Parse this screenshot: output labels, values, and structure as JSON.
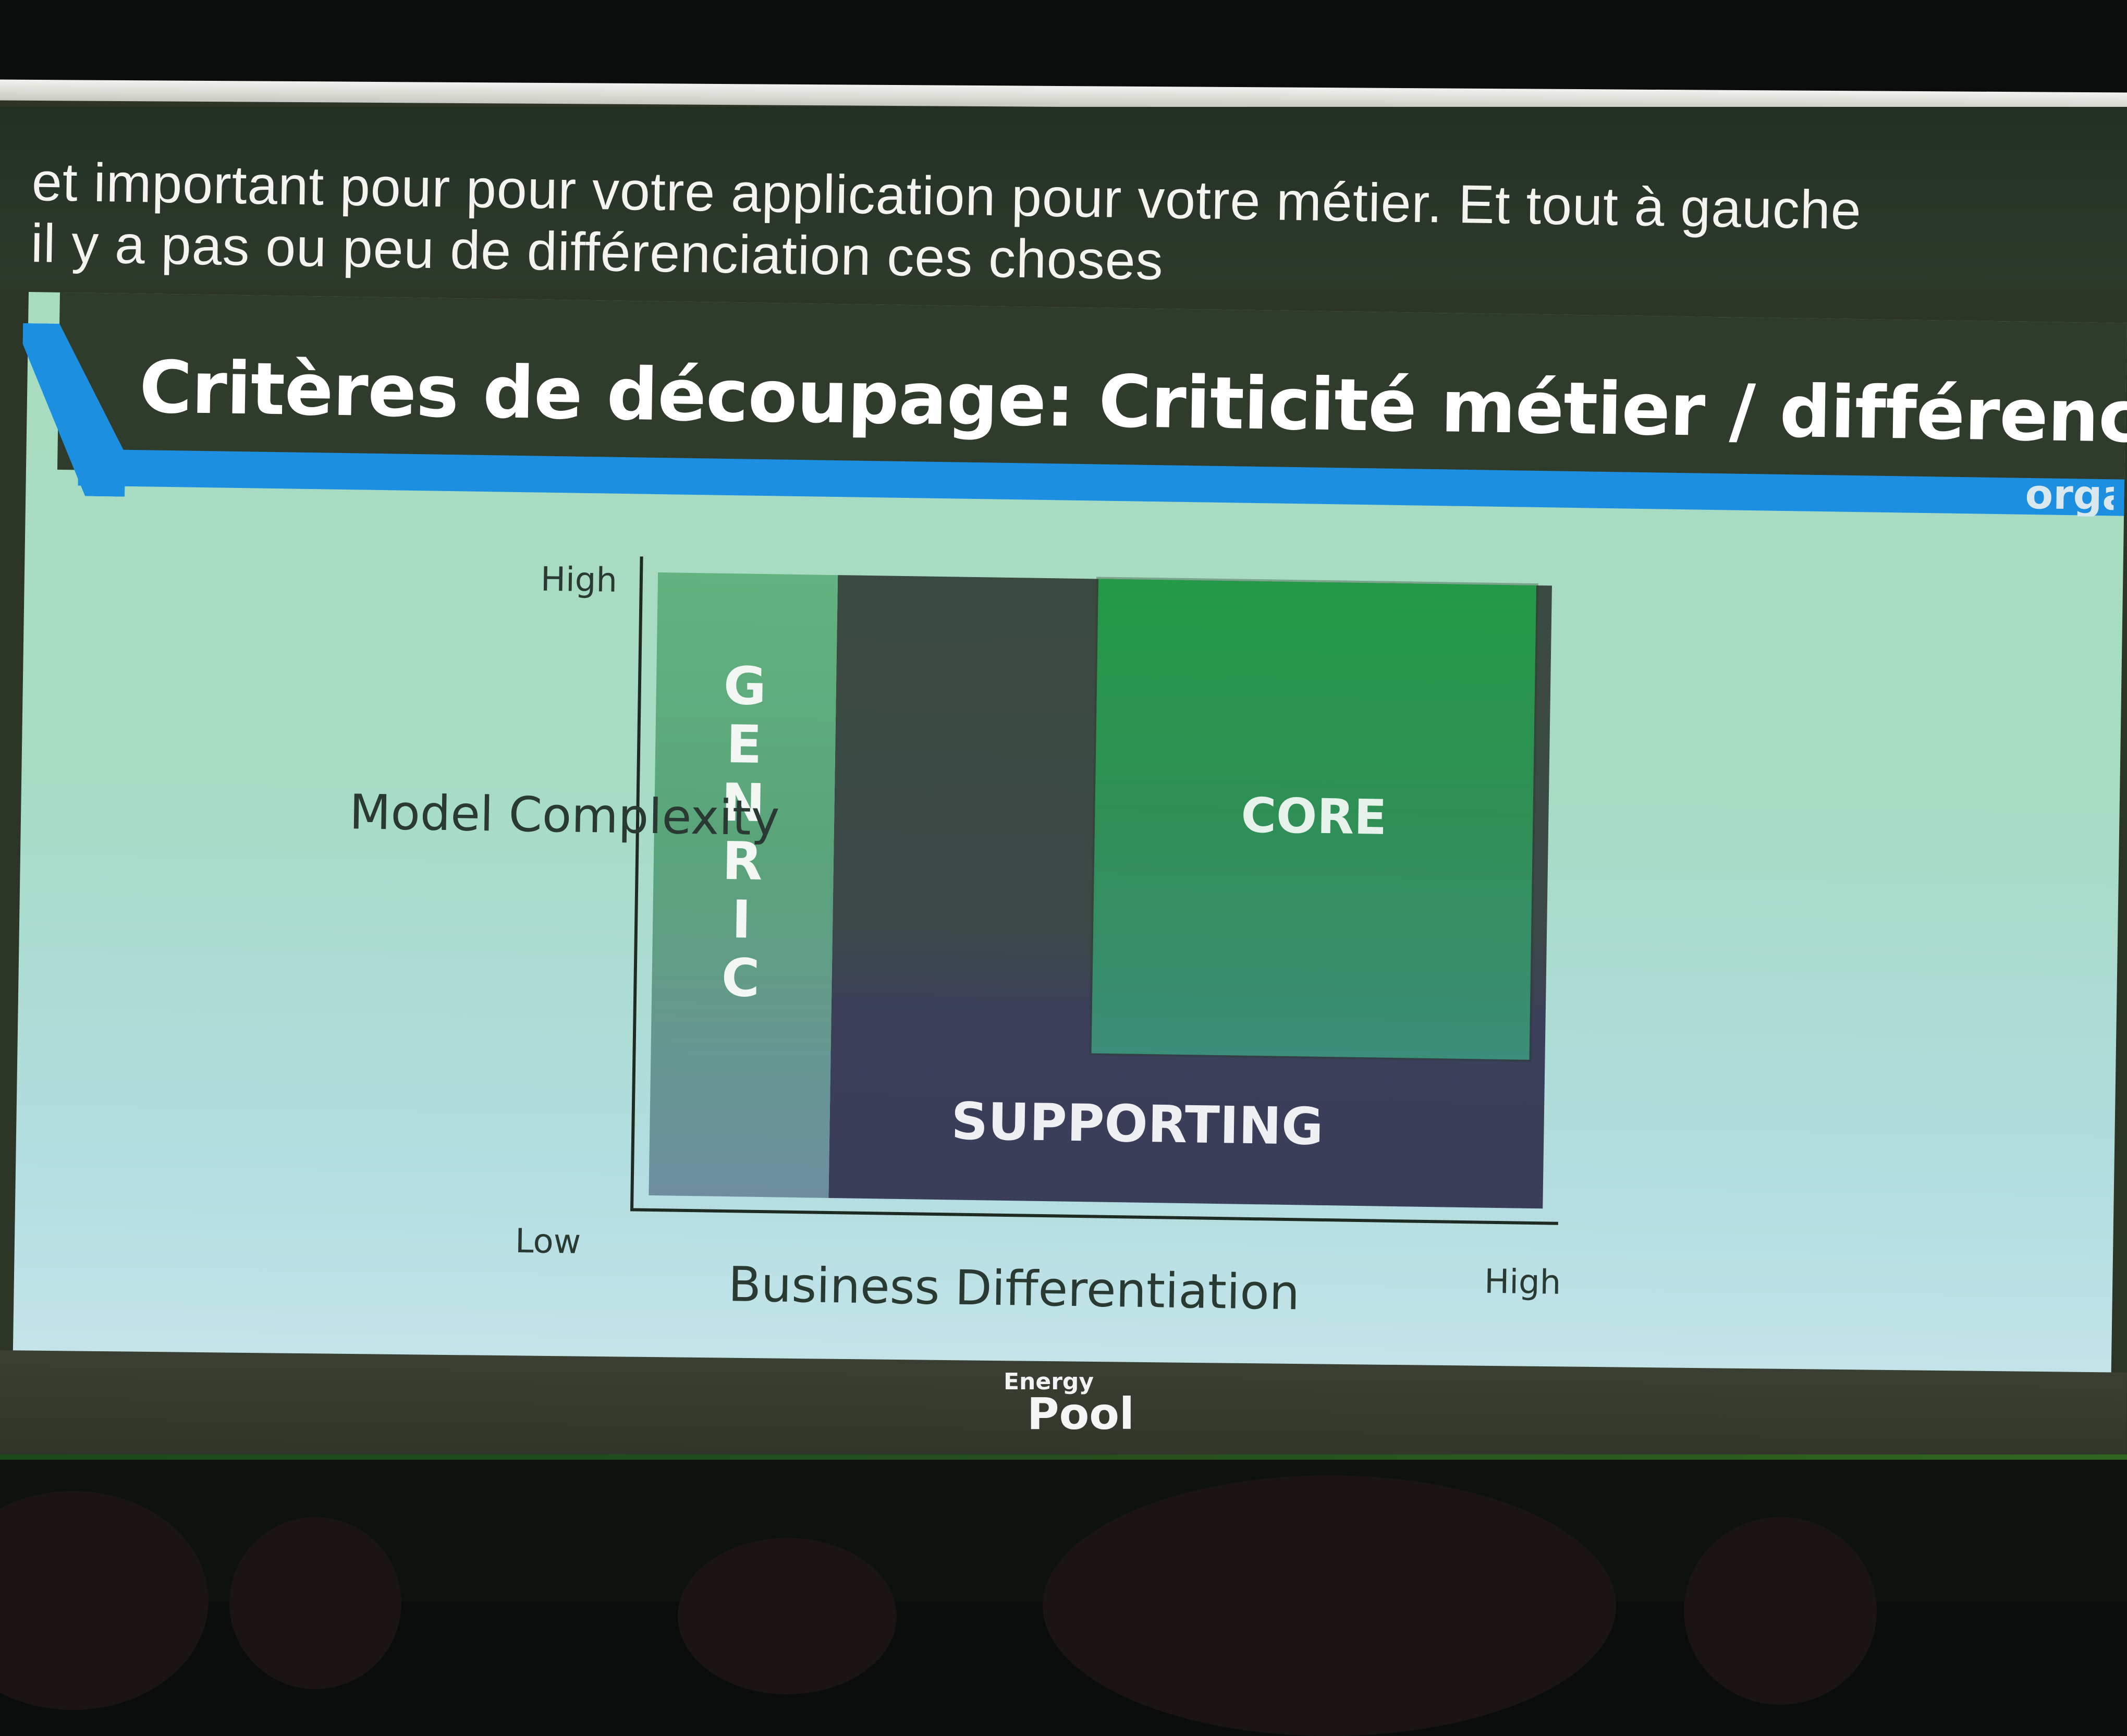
{
  "caption": {
    "line1": "et important pour pour votre application pour votre métier. Et tout à gauche",
    "line2": "il y a pas ou peu de différenciation ces choses"
  },
  "slide": {
    "title": "Critères de découpage: Criticité métier / différenciateur",
    "corner_text": "orga"
  },
  "diagram": {
    "y_axis_label": "Model Complexity",
    "y_high": "High",
    "y_low": "Low",
    "x_axis_label": "Business Differentiation",
    "x_high": "High",
    "generic_letters": [
      "G",
      "E",
      "N",
      "R",
      "I",
      "C"
    ],
    "core_label": "CORE",
    "supporting_label": "SUPPORTING",
    "colors": {
      "generic": "#5fae7e",
      "core": "#2a9650",
      "supporting": "#3b4450",
      "title_band": "#2f3b2b",
      "stripe": "#1d8fe0"
    }
  },
  "logo": {
    "line1": "Energy",
    "line2": "Pool"
  }
}
